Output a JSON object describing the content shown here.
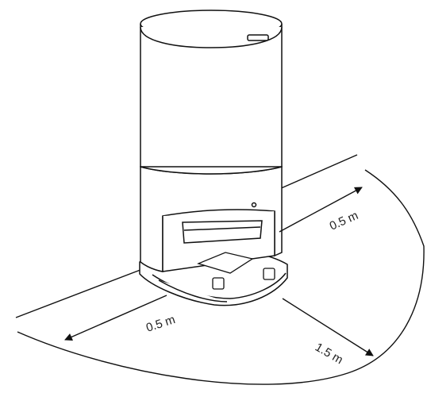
{
  "labels": {
    "right_clearance": "0.5 m",
    "left_clearance": "0.5 m",
    "front_clearance": "1.5 m"
  },
  "colors": {
    "line": "#111111",
    "background": "#ffffff"
  }
}
